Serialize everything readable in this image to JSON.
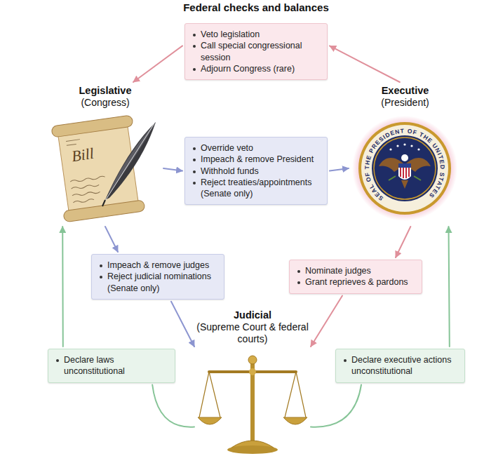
{
  "diagram": {
    "title": "Federal checks and balances",
    "nodes": [
      {
        "text": [
          "Veto legislation",
          "Call special congressional session",
          "Adjourn Congress (rare)"
        ]
      },
      {
        "text": [
          "Legislative",
          "(Congress)"
        ]
      },
      {
        "text": [
          "Executive",
          "(President)"
        ]
      },
      {
        "text": [
          "Override veto",
          "Impeach & remove President",
          "Withhold funds",
          "Reject treaties/appointments (Senate only)"
        ]
      },
      {
        "text": [
          "Impeach & remove judges",
          "Reject judicial nominations (Senate only)"
        ]
      },
      {
        "text": [
          "Nominate judges",
          "Grant reprieves & pardons"
        ]
      },
      {
        "text": [
          "Judicial",
          "(Supreme Court & federal courts)"
        ]
      },
      {
        "text": [
          "Declare laws unconstitutional"
        ]
      },
      {
        "text": [
          "Declare executive actions unconstitutional"
        ]
      }
    ],
    "edges": [
      {
        "from": 2,
        "to": 0,
        "arrow": "to"
      },
      {
        "from": 0,
        "to": 1,
        "arrow": "to"
      },
      {
        "from": 1,
        "to": 3,
        "arrow": "to"
      },
      {
        "from": 3,
        "to": 2,
        "arrow": "to"
      },
      {
        "from": 1,
        "to": 4,
        "arrow": "to"
      },
      {
        "from": 4,
        "to": 6,
        "arrow": "to"
      },
      {
        "from": 2,
        "to": 5,
        "arrow": "to"
      },
      {
        "from": 5,
        "to": 6,
        "arrow": "to"
      },
      {
        "from": 6,
        "to": 7,
        "arrow": "none"
      },
      {
        "from": 7,
        "to": 1,
        "arrow": "to"
      },
      {
        "from": 6,
        "to": 8,
        "arrow": "none"
      },
      {
        "from": 8,
        "to": 2,
        "arrow": "to"
      }
    ],
    "labels": [
      "Bill",
      "SEAL OF THE PRESIDENT OF THE UNITED STATES"
    ]
  }
}
